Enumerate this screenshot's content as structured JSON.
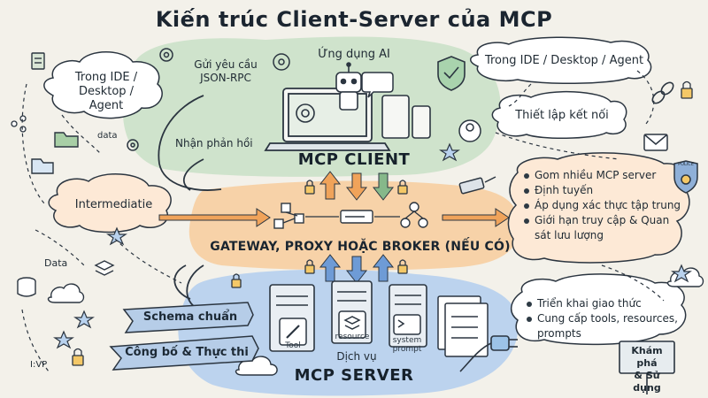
{
  "title": "Kiến trúc Client-Server của MCP",
  "client": {
    "app_label": "Ứng dụng AI",
    "send_request": "Gửi yêu cầu\nJSON-RPC",
    "receive_response": "Nhận phản hồi",
    "name": "MCP CLIENT"
  },
  "left_cloud_top": "Trong IDE /\nDesktop / Agent",
  "right_cloud_top": "Trong IDE / Desktop / Agent",
  "connect_cloud": "Thiết lập kết nối",
  "intermediate_cloud": "Intermediatie",
  "data_labels": [
    "data",
    "Data",
    "I:VP"
  ],
  "gateway": {
    "label": "GATEWAY, PROXY HOẶC BROKER (NẾU CÓ)",
    "bullets": [
      "Gom nhiều MCP server",
      "Định tuyến",
      "Áp dụng xác thực tập trung",
      "Giới hạn truy cập & Quan sát lưu lượng"
    ],
    "police_badge": "POLICE"
  },
  "server": {
    "name": "MCP SERVER",
    "services_label": "Dịch vụ",
    "tool_label": "Tool",
    "resource_label": "resource",
    "prompt_label": "system prompt",
    "ribbon_schema": "Schema chuẩn",
    "ribbon_publish": "Công bố & Thực thi",
    "bullets": [
      "Triển khai giao thức",
      "Cung cấp tools, resources, prompts"
    ]
  },
  "sign": "Khám phá\n& Sử dụng",
  "colors": {
    "background": "#f3f1ea",
    "client_zone": "#cfe3cc",
    "gateway_zone": "#f7d2a8",
    "server_zone": "#bcd3ee",
    "arrow_orange": "#f0a35a",
    "arrow_blue": "#6e9bd6",
    "arrow_green": "#86b88a",
    "ink": "#1f2a33"
  }
}
